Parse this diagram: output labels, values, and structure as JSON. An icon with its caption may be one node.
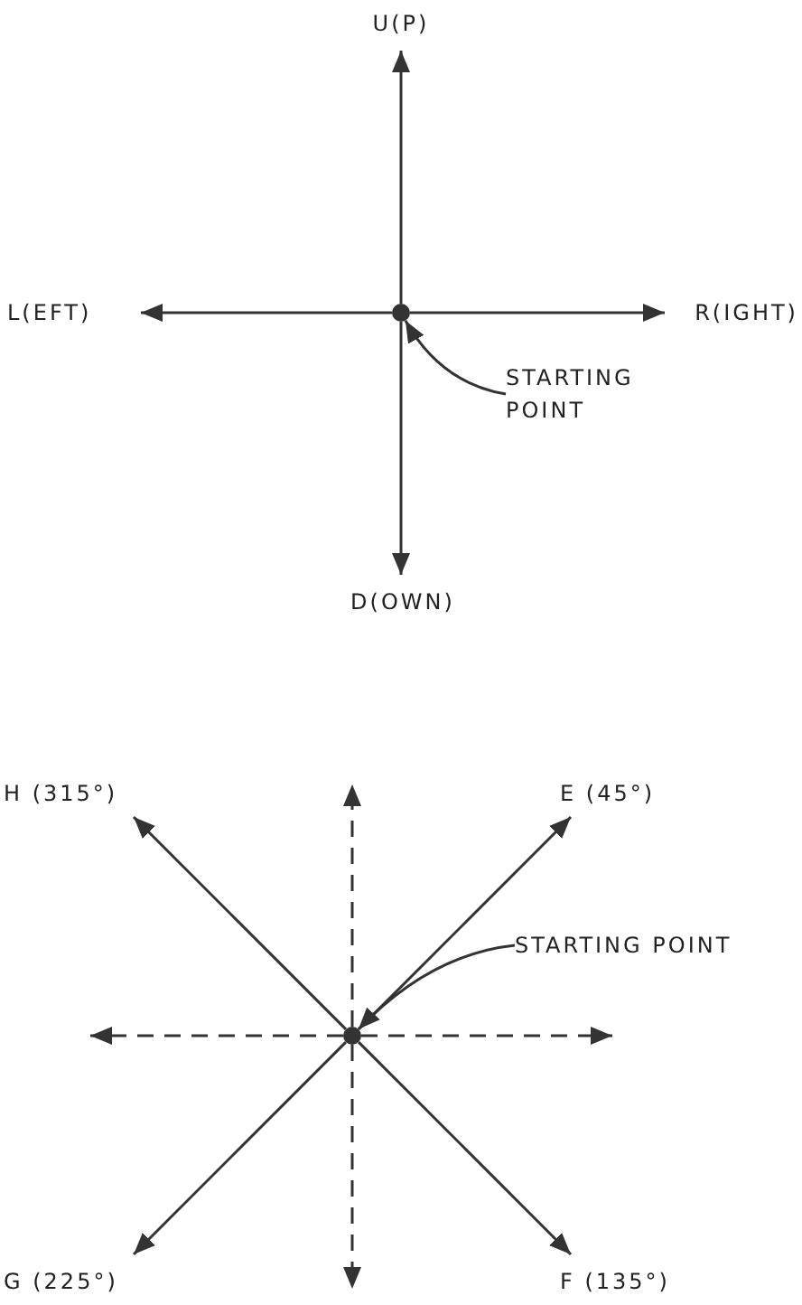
{
  "diagram": {
    "nodes": [
      {
        "text": [],
        "shape": "circle"
      },
      {
        "text": [
          "U(P)"
        ]
      },
      {
        "text": [
          "L(EFT)"
        ]
      },
      {
        "text": [
          "R(IGHT)"
        ]
      },
      {
        "text": [
          "D(OWN)"
        ]
      },
      {
        "text": [
          "STARTING POINT"
        ]
      },
      {
        "text": [],
        "shape": "circle"
      },
      {
        "text": [
          "H (315°)"
        ]
      },
      {
        "text": [
          "E (45°)"
        ]
      },
      {
        "text": [
          "G (225°)"
        ]
      },
      {
        "text": [
          "F (135°)"
        ]
      },
      {
        "text": [
          "STARTING POINT"
        ]
      }
    ],
    "edges": [
      {
        "from": 0,
        "to": 1,
        "arrow": "to"
      },
      {
        "from": 0,
        "to": 2,
        "arrow": "to"
      },
      {
        "from": 0,
        "to": 3,
        "arrow": "to"
      },
      {
        "from": 0,
        "to": 4,
        "arrow": "to"
      },
      {
        "from": 5,
        "to": 0,
        "arrow": "to"
      },
      {
        "from": 6,
        "to": 7,
        "arrow": "to"
      },
      {
        "from": 6,
        "to": 8,
        "arrow": "to"
      },
      {
        "from": 6,
        "to": 9,
        "arrow": "to"
      },
      {
        "from": 6,
        "to": 10,
        "arrow": "to"
      },
      {
        "from": 6,
        "to": null,
        "arrow": "to",
        "style": "dashed"
      },
      {
        "from": 6,
        "to": null,
        "arrow": "to",
        "style": "dashed"
      },
      {
        "from": 6,
        "to": null,
        "arrow": "to",
        "style": "dashed"
      },
      {
        "from": 6,
        "to": null,
        "arrow": "to",
        "style": "dashed"
      },
      {
        "from": 11,
        "to": 6,
        "arrow": "to"
      }
    ]
  }
}
